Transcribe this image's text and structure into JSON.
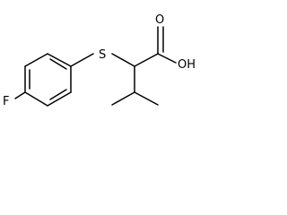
{
  "molecule": {
    "atoms": {
      "fluorine": "F",
      "sulfur": "S",
      "carbonyl_oxygen": "O",
      "hydroxyl": "OH"
    }
  }
}
